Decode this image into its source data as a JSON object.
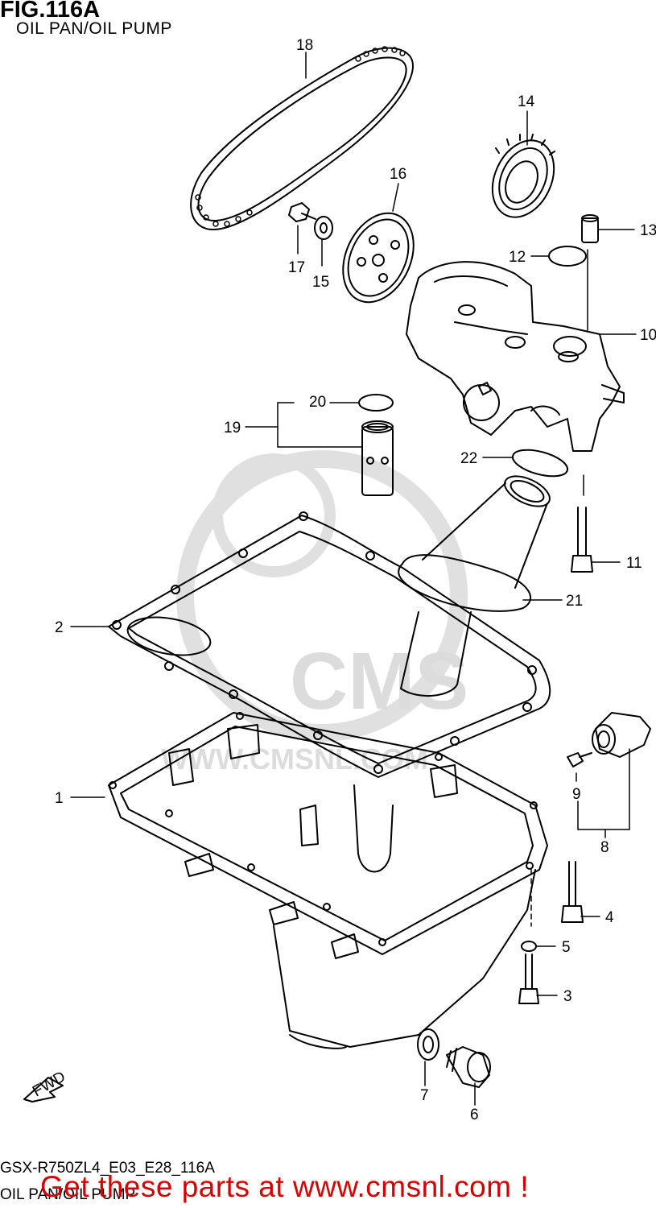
{
  "figure": {
    "title": "FIG.116A",
    "subtitle": "OIL PAN/OIL PUMP"
  },
  "footer": {
    "model_code": "GSX-R750ZL4_E03_E28_116A",
    "section_name": "OIL PAN/OIL PUMP",
    "promo_text": "Get these parts at www.cmsnl.com !"
  },
  "watermark": {
    "brand": "CMS",
    "url": "WWW.CMSNL.COM"
  },
  "direction_marker": "FWD",
  "callouts": [
    "1",
    "2",
    "3",
    "4",
    "5",
    "6",
    "7",
    "8",
    "9",
    "10",
    "11",
    "12",
    "13",
    "14",
    "15",
    "16",
    "17",
    "18",
    "19",
    "20",
    "21",
    "22"
  ],
  "colors": {
    "line": "#000000",
    "promo": "#d60000",
    "watermark": "#d9d9d9"
  }
}
